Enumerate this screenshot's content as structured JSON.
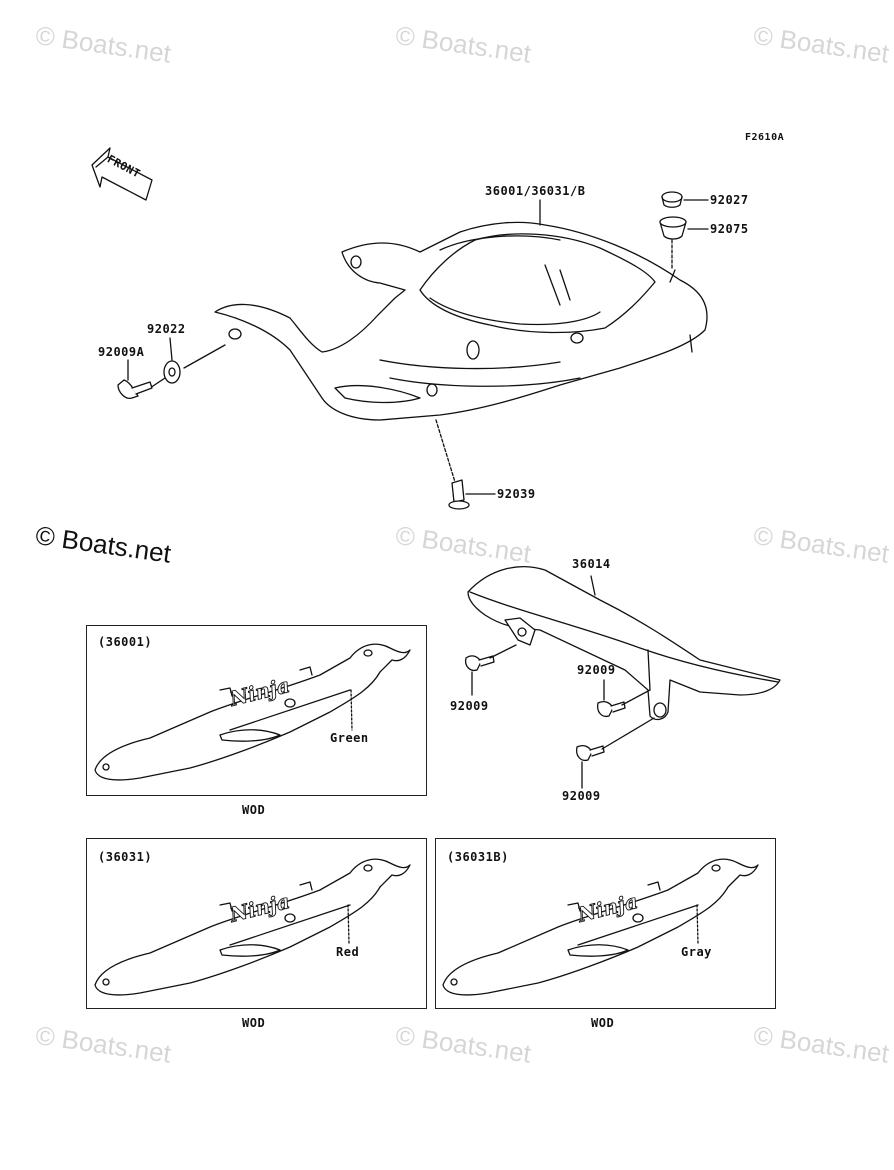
{
  "watermarks": {
    "brand": "© Boats.net"
  },
  "diagram": {
    "code": "F2610A",
    "front_label": "FRONT",
    "parts": {
      "main_cover": "36001/36031/B",
      "p92027": "92027",
      "p92075": "92075",
      "p92022": "92022",
      "p92009A": "92009A",
      "p92039": "92039",
      "p36014": "36014",
      "p92009_a": "92009",
      "p92009_b": "92009",
      "p92009_c": "92009"
    },
    "variants": [
      {
        "code": "(36001)",
        "color": "Green",
        "caption": "WOD"
      },
      {
        "code": "(36031)",
        "color": "Red",
        "caption": "WOD"
      },
      {
        "code": "(36031B)",
        "color": "Gray",
        "caption": "WOD"
      }
    ],
    "logo_text": "Ninja"
  }
}
